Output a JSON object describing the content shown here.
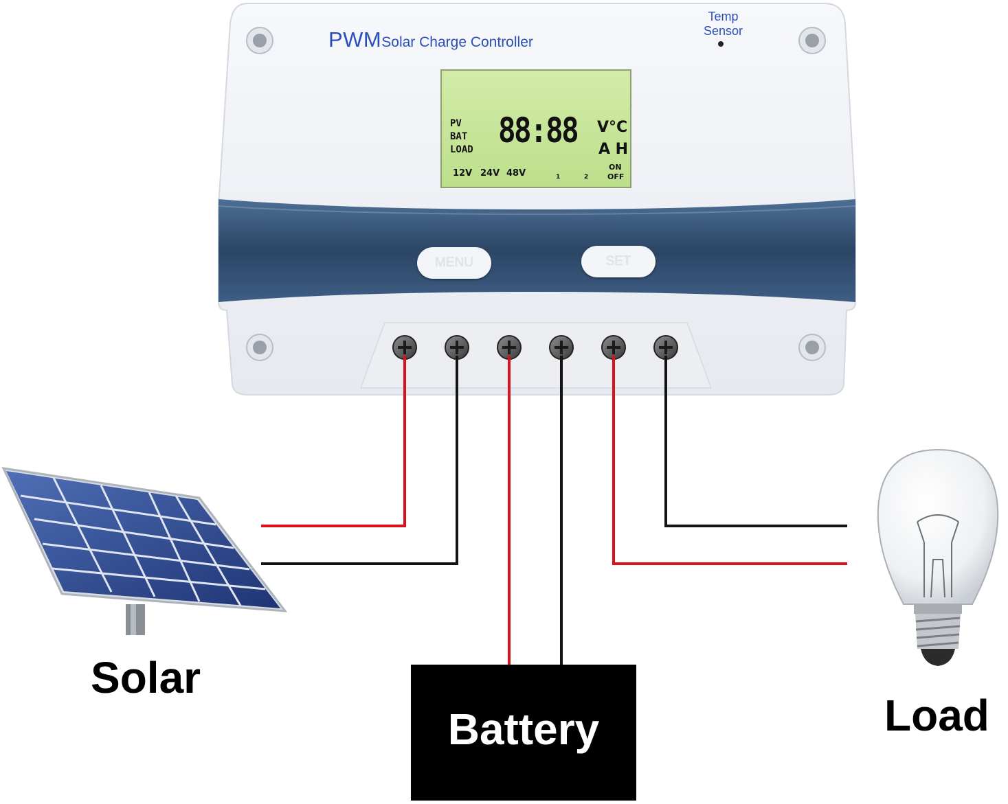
{
  "controller": {
    "brand_pwm": "PWM",
    "brand_subtitle": "Solar Charge Controller",
    "temp_sensor_line1": "Temp",
    "temp_sensor_line2": "Sensor",
    "menu_button": "MENU",
    "set_button": "SET"
  },
  "lcd": {
    "row_labels": [
      "PV",
      "BAT",
      "LOAD"
    ],
    "digits": "88:88",
    "unit_top": "V°C",
    "unit_bottom": "A H",
    "voltages": [
      "12V",
      "24V",
      "48V"
    ],
    "timer_marks": [
      "1",
      "2"
    ],
    "on_label": "ON",
    "off_label": "OFF"
  },
  "components": {
    "solar": "Solar",
    "battery": "Battery",
    "load": "Load"
  },
  "colors": {
    "positive_wire": "#d9121b",
    "negative_wire": "#141414",
    "brand_text": "#2a4fb8",
    "housing_band": "#34506f",
    "lcd_background": "#c7e59a"
  }
}
